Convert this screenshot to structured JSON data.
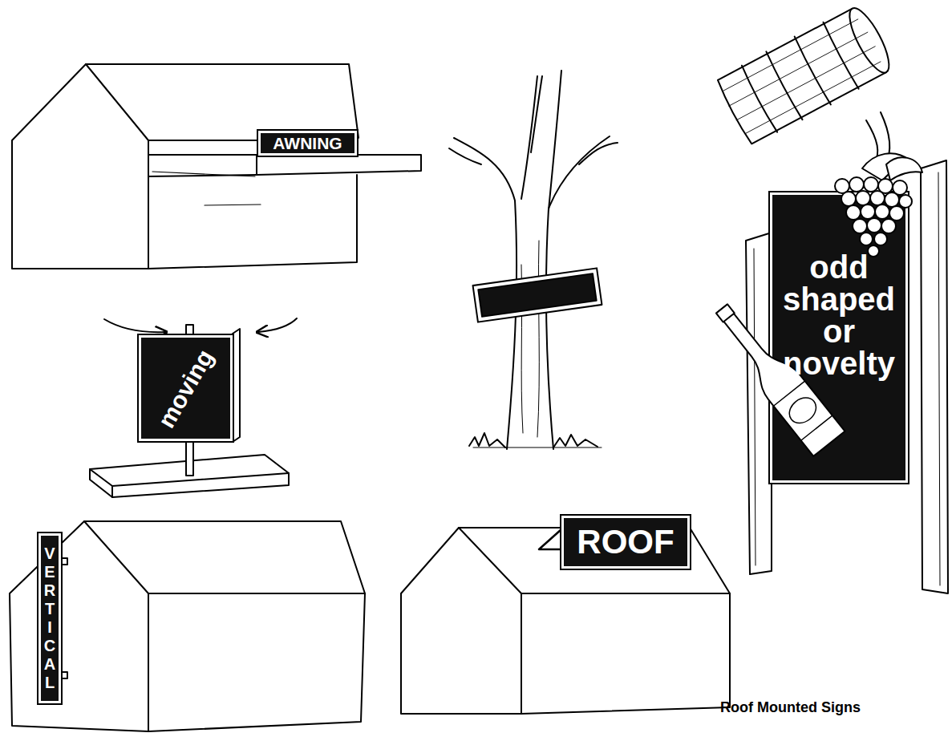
{
  "diagram": {
    "caption": "Roof Mounted Signs",
    "nodes": [
      {
        "text": [
          "AWNING"
        ]
      },
      {
        "text": [
          "moving"
        ]
      },
      {
        "text": [
          "odd shaped or novelty"
        ]
      },
      {
        "text": [
          "VERTICAL"
        ]
      },
      {
        "text": [
          "ROOF"
        ]
      }
    ]
  }
}
